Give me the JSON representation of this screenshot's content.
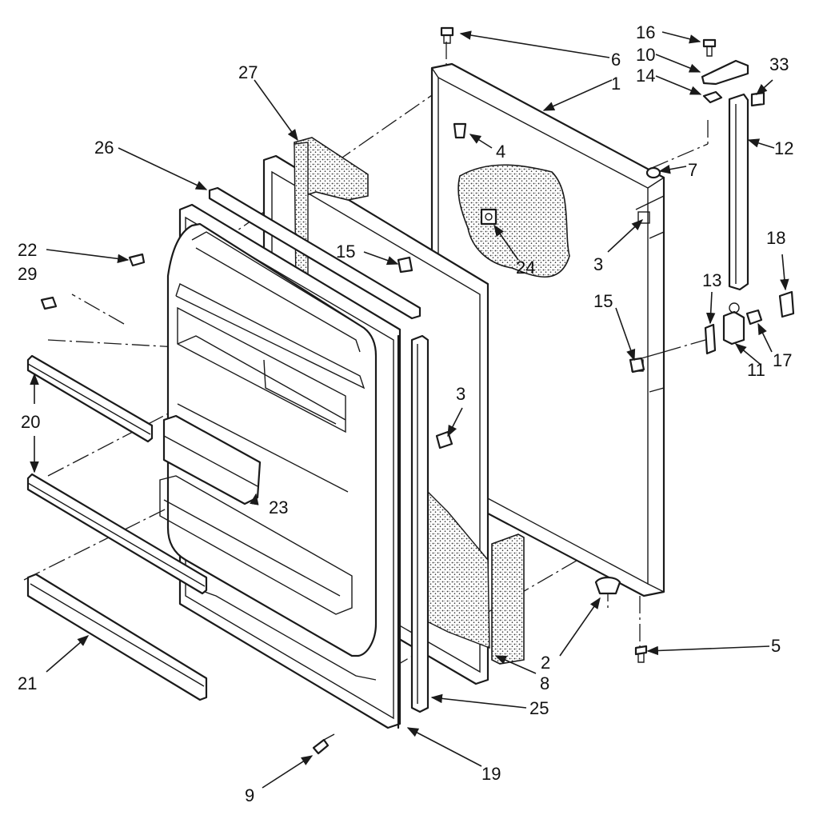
{
  "diagram": {
    "callouts": [
      {
        "id": "c1",
        "text": "1"
      },
      {
        "id": "c2",
        "text": "2"
      },
      {
        "id": "c3a",
        "text": "3"
      },
      {
        "id": "c3b",
        "text": "3"
      },
      {
        "id": "c4",
        "text": "4"
      },
      {
        "id": "c5",
        "text": "5"
      },
      {
        "id": "c6",
        "text": "6"
      },
      {
        "id": "c7",
        "text": "7"
      },
      {
        "id": "c8",
        "text": "8"
      },
      {
        "id": "c9",
        "text": "9"
      },
      {
        "id": "c10",
        "text": "10"
      },
      {
        "id": "c11",
        "text": "11"
      },
      {
        "id": "c12",
        "text": "12"
      },
      {
        "id": "c13",
        "text": "13"
      },
      {
        "id": "c14",
        "text": "14"
      },
      {
        "id": "c15a",
        "text": "15"
      },
      {
        "id": "c15b",
        "text": "15"
      },
      {
        "id": "c16",
        "text": "16"
      },
      {
        "id": "c17",
        "text": "17"
      },
      {
        "id": "c18",
        "text": "18"
      },
      {
        "id": "c19",
        "text": "19"
      },
      {
        "id": "c20",
        "text": "20"
      },
      {
        "id": "c21",
        "text": "21"
      },
      {
        "id": "c22",
        "text": "22"
      },
      {
        "id": "c23",
        "text": "23"
      },
      {
        "id": "c24",
        "text": "24"
      },
      {
        "id": "c25",
        "text": "25"
      },
      {
        "id": "c26",
        "text": "26"
      },
      {
        "id": "c27",
        "text": "27"
      },
      {
        "id": "c29",
        "text": "29"
      },
      {
        "id": "c33",
        "text": "33"
      }
    ]
  }
}
